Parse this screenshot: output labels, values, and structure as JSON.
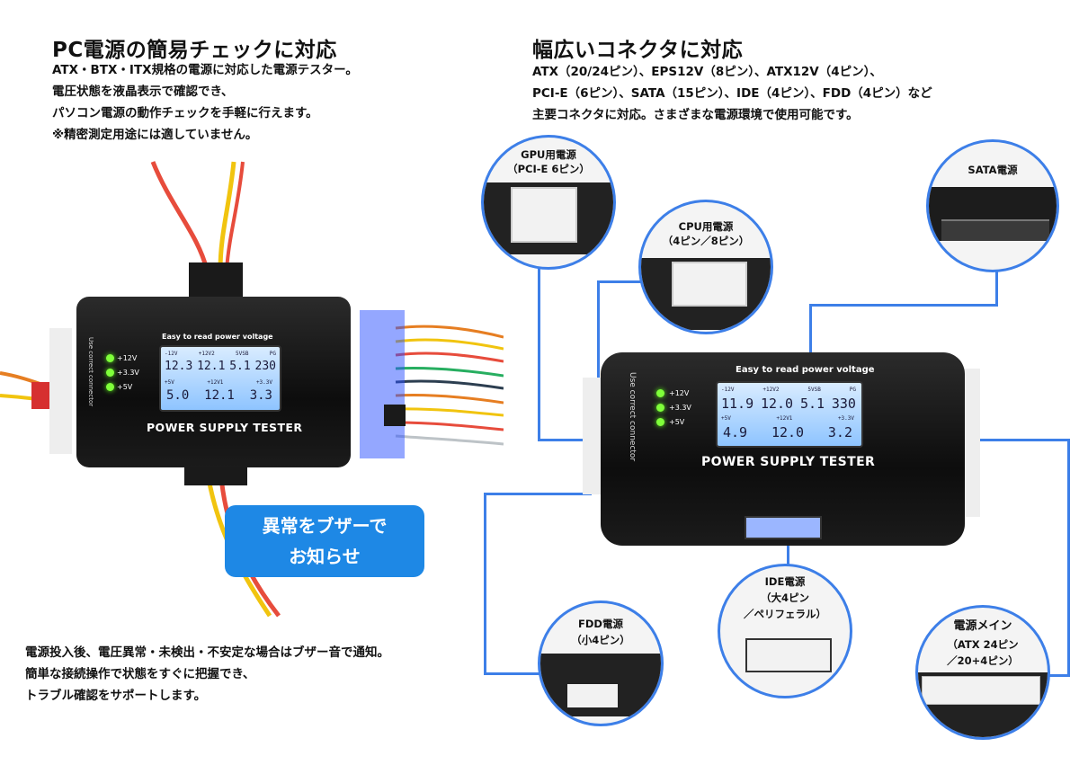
{
  "left": {
    "heading": "PC電源の簡易チェックに対応",
    "lines": [
      "ATX・BTX・ITX規格の電源に対応した電源テスター。",
      "電圧状態を液晶表示で確認でき、",
      "パソコン電源の動作チェックを手軽に行えます。",
      "※精密測定用途には適していません。"
    ],
    "badge_lines": [
      "異常をブザーで",
      "お知らせ"
    ],
    "bottom_lines": [
      "電源投入後、電圧異常・未検出・不安定な場合はブザー音で通知。",
      "簡単な接続操作で状態をすぐに把握でき、",
      "トラブル確認をサポートします。"
    ]
  },
  "right": {
    "heading": "幅広いコネクタに対応",
    "lines": [
      "ATX（20/24ピン）、EPS12V（8ピン）、ATX12V（4ピン）、",
      "PCI-E（6ピン）、SATA（15ピン）、IDE（4ピン）、FDD（4ピン）など",
      "主要コネクタに対応。さまざまな電源環境で使用可能です。"
    ]
  },
  "callouts": {
    "gpu": [
      "GPU用電源",
      "（PCI-E 6ピン）"
    ],
    "cpu": [
      "CPU用電源",
      "（4ピン／8ピン）"
    ],
    "sata": [
      "SATA電源"
    ],
    "ide": [
      "IDE電源",
      "（大4ピン",
      "／ペリフェラル）"
    ],
    "fdd": [
      "FDD電源",
      "（小4ピン）"
    ],
    "main": [
      "電源メイン",
      "（ATX 24ピン",
      "／20+4ピン）"
    ]
  },
  "device_left": {
    "lcd_title": "Easy to read power voltage",
    "brand": "POWER SUPPLY TESTER",
    "side_text": "Use correct connector",
    "leds": [
      "+12V",
      "+3.3V",
      "+5V"
    ],
    "lcd_top_labels": [
      "-12V",
      "+12V2",
      "5VSB",
      "PG"
    ],
    "lcd_top_values": [
      "12.3",
      "12.1",
      "5.1",
      "230"
    ],
    "lcd_bottom_labels": [
      "+5V",
      "+12V1",
      "+3.3V"
    ],
    "lcd_bottom_values": [
      "5.0",
      "12.1",
      "3.3"
    ]
  },
  "device_right": {
    "lcd_title": "Easy to read power voltage",
    "brand": "POWER SUPPLY TESTER",
    "side_text": "Use correct connector",
    "leds": [
      "+12V",
      "+3.3V",
      "+5V"
    ],
    "lcd_top_labels": [
      "-12V",
      "+12V2",
      "5VSB",
      "PG"
    ],
    "lcd_top_values": [
      "11.9",
      "12.0",
      "5.1",
      "330"
    ],
    "lcd_bottom_labels": [
      "+5V",
      "+12V1",
      "+3.3V"
    ],
    "lcd_bottom_values": [
      "4.9",
      "12.0",
      "3.2"
    ]
  },
  "colors": {
    "accent": "#3d7fe8",
    "badge": "#1e88e5",
    "lcd": "#a8d4ff",
    "led": "#7fff3a"
  }
}
